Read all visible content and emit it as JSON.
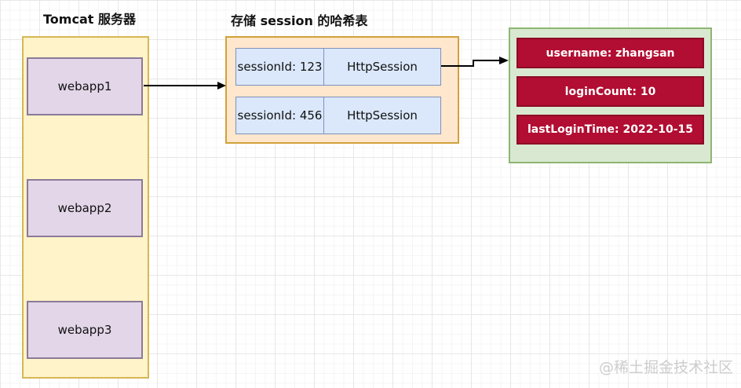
{
  "titles": {
    "tomcat": "Tomcat 服务器",
    "hash_table": "存储 session 的哈希表"
  },
  "tomcat_server": {
    "apps": [
      "webapp1",
      "webapp2",
      "webapp3"
    ]
  },
  "session_table": {
    "rows": [
      {
        "key": "sessionId: 123",
        "value": "HttpSession"
      },
      {
        "key": "sessionId: 456",
        "value": "HttpSession"
      }
    ]
  },
  "session_object": {
    "fields": [
      "username: zhangsan",
      "loginCount: 10",
      "lastLoginTime: 2022-10-15"
    ]
  },
  "watermark": {
    "text": "@稀土掘金技术社区"
  },
  "colors": {
    "tomcat_fill": "#fff3c9",
    "tomcat_border": "#d6b656",
    "webapp_fill": "#e2d6e8",
    "webapp_border": "#8b7a99",
    "hashtable_fill": "#ffe7cd",
    "hashtable_border": "#d2a13a",
    "session_cell_fill": "#dbe8fb",
    "session_cell_border": "#7d91bb",
    "object_fill": "#d9e9d1",
    "object_border": "#8cb671",
    "field_fill": "#b20d32",
    "field_border": "#8c0b28",
    "field_text": "#ffffff",
    "arrow": "#000000",
    "watermark_text": "#cdcdcd"
  }
}
